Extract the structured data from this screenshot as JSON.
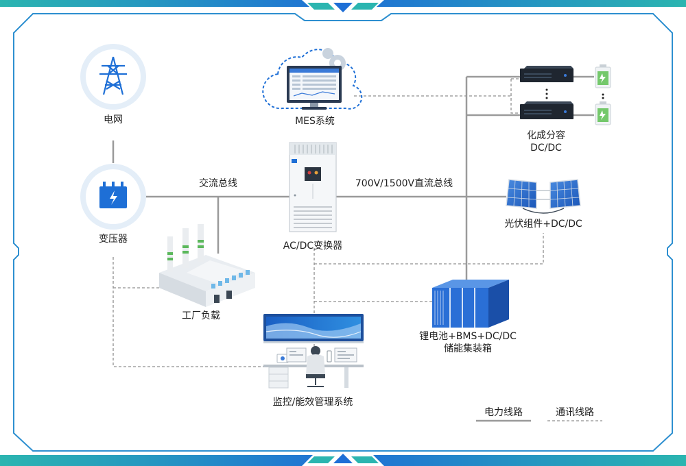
{
  "colors": {
    "frame_teal": "#2bb5b0",
    "frame_blue": "#1e6fd6",
    "frame_border": "#2d8fd0",
    "power_line": "#9a9a9a",
    "comm_line": "#8f8f8f",
    "node_circle_bg": "#e4eef8",
    "icon_blue": "#1e6fd6"
  },
  "nodes": {
    "grid": "电网",
    "transformer": "变压器",
    "mes": "MES系统",
    "converter": "AC/DC变换器",
    "factory_load": "工厂负载",
    "formation_line1": "化成分容",
    "formation_line2": "DC/DC",
    "pv": "光伏组件+DC/DC",
    "battery_line1": "锂电池+BMS+DC/DC",
    "battery_line2": "储能集装箱",
    "monitor": "监控/能效管理系统"
  },
  "buses": {
    "ac_bus": "交流总线",
    "dc_bus": "700V/1500V直流总线"
  },
  "legend": {
    "power": "电力线路",
    "comm": "通讯线路"
  }
}
